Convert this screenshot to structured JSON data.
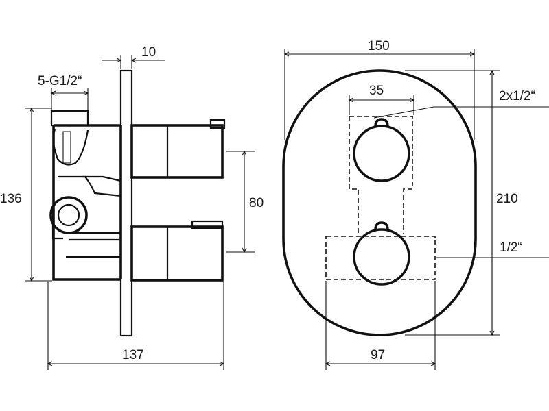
{
  "dimensions": {
    "thread_spec": "5-G1/2“",
    "plate_thickness": "10",
    "body_height": "136",
    "spindle_spacing": "80",
    "total_depth": "137",
    "plate_width": "150",
    "knob_diameter": "35",
    "top_thread": "2x1/2“",
    "plate_height": "210",
    "bottom_thread": "1/2“",
    "bottom_width": "97"
  }
}
